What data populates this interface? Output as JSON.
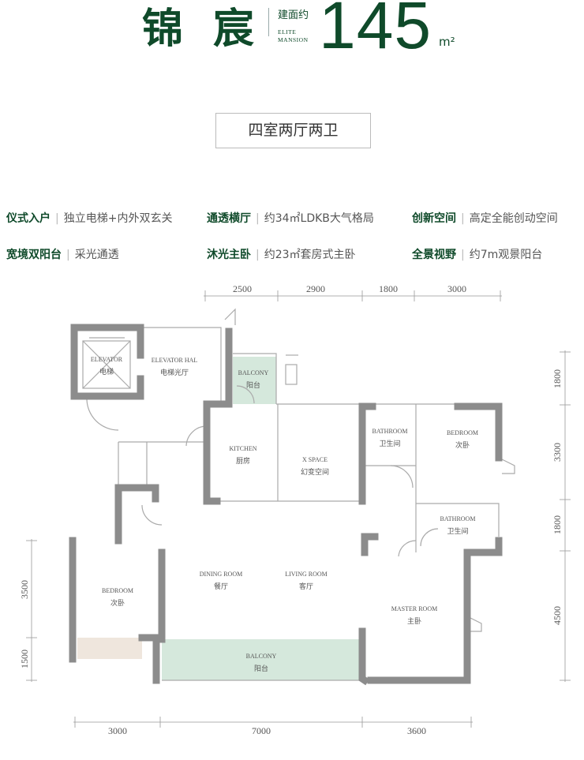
{
  "header": {
    "name_char1": "锦",
    "name_char2": "宸",
    "area_label": "建面约",
    "elite": "ELITE",
    "mansion": "MANSION",
    "area": "145",
    "unit": "m²"
  },
  "layout_type": "四室两厅两卫",
  "features": [
    {
      "title": "仪式入户",
      "desc": "独立电梯+内外双玄关"
    },
    {
      "title": "通透横厅",
      "desc": "约34㎡LDKB大气格局"
    },
    {
      "title": "创新空间",
      "desc": "高定全能创动空间"
    },
    {
      "title": "宽境双阳台",
      "desc": "采光通透"
    },
    {
      "title": "沐光主卧",
      "desc": "约23㎡套房式主卧"
    },
    {
      "title": "全景视野",
      "desc": "约7m观景阳台"
    }
  ],
  "dims": {
    "top": [
      "2500",
      "2900",
      "1800",
      "3000"
    ],
    "right": [
      "1800",
      "3300",
      "1800",
      "4500"
    ],
    "left": [
      "3500",
      "1500"
    ],
    "bottom": [
      "3000",
      "7000",
      "3600"
    ]
  },
  "rooms": {
    "elevator": {
      "en": "ELEVATOR",
      "cn": "电梯"
    },
    "elevator_hall": {
      "en": "ELEVATOR HAL",
      "cn": "电梯光厅"
    },
    "balcony_small": {
      "en": "BALCONY",
      "cn": "阳台"
    },
    "kitchen": {
      "en": "KITCHEN",
      "cn": "厨房"
    },
    "x_space": {
      "en": "X SPACE",
      "cn": "幻变空间"
    },
    "bathroom1": {
      "en": "BATHROOM",
      "cn": "卫生间"
    },
    "bedroom1": {
      "en": "BEDROOM",
      "cn": "次卧"
    },
    "bathroom2": {
      "en": "BATHROOM",
      "cn": "卫生间"
    },
    "dining": {
      "en": "DINING ROOM",
      "cn": "餐厅"
    },
    "living": {
      "en": "LIVING ROOM",
      "cn": "客厅"
    },
    "bedroom2": {
      "en": "BEDROOM",
      "cn": "次卧"
    },
    "master": {
      "en": "MASTER ROOM",
      "cn": "主卧"
    },
    "balcony_large": {
      "en": "BALCONY",
      "cn": "阳台"
    }
  },
  "colors": {
    "brand": "#0f4a2a",
    "balcony": "#d5e8dc",
    "wall": "#8c8c8c"
  }
}
